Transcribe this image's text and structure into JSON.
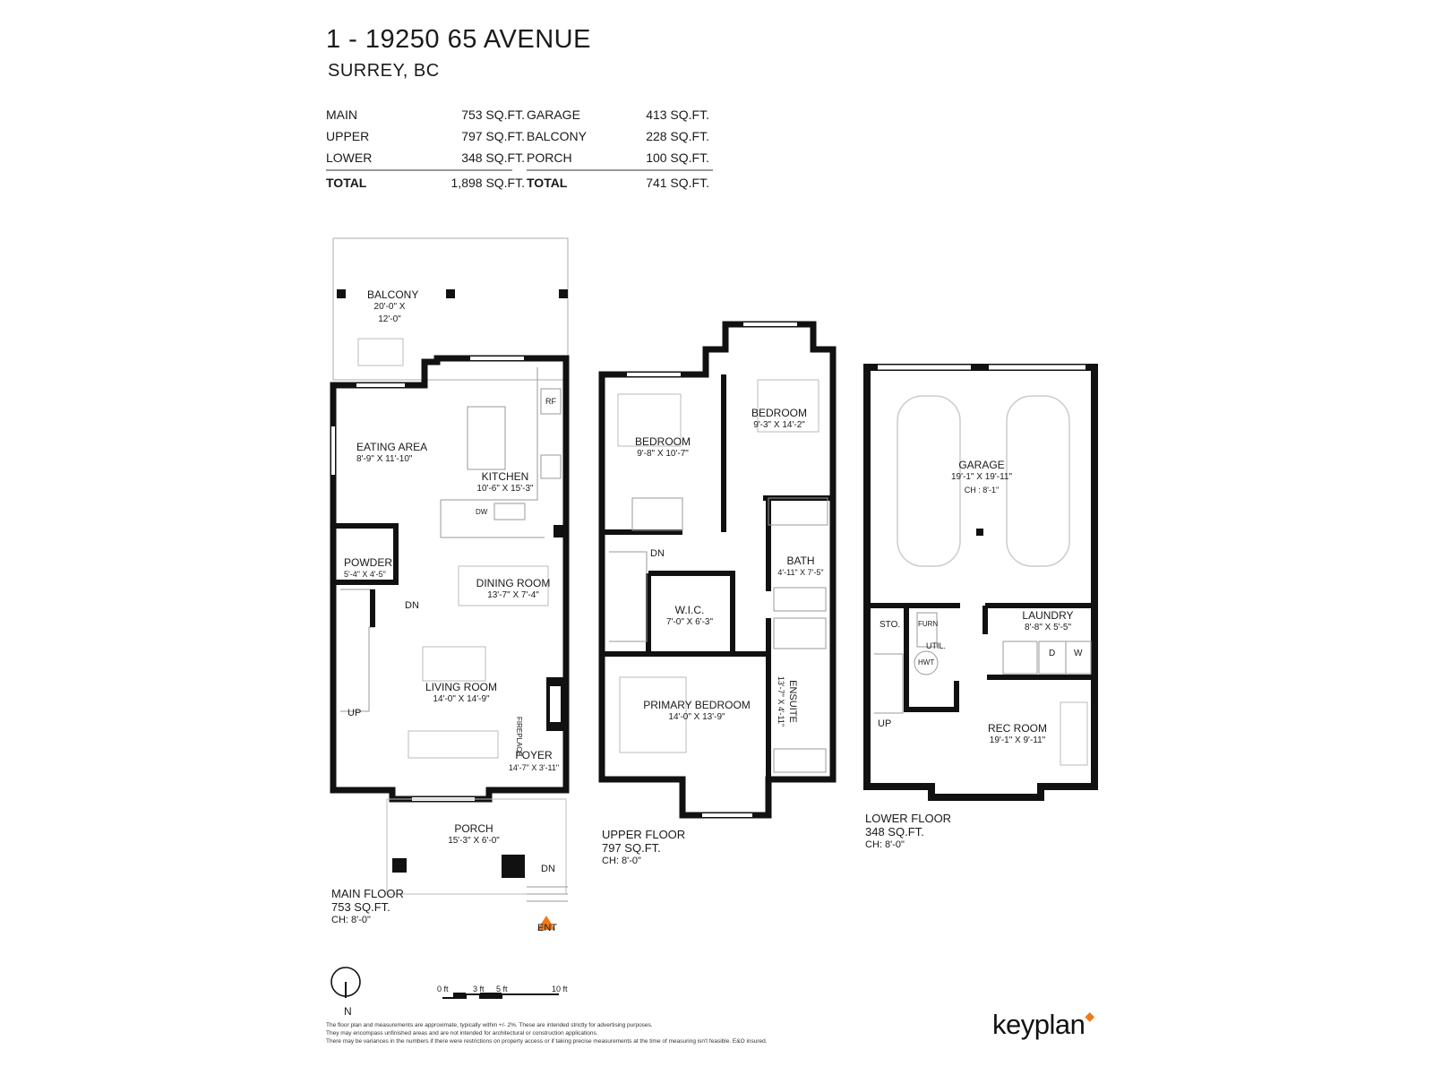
{
  "header": {
    "title": "1 - 19250 65 AVENUE",
    "subtitle": "SURREY, BC"
  },
  "areas": {
    "left": [
      {
        "label": "MAIN",
        "value": "753 SQ.FT."
      },
      {
        "label": "UPPER",
        "value": "797 SQ.FT."
      },
      {
        "label": "LOWER",
        "value": "348 SQ.FT."
      }
    ],
    "left_total": {
      "label": "TOTAL",
      "value": "1,898 SQ.FT."
    },
    "right": [
      {
        "label": "GARAGE",
        "value": "413 SQ.FT."
      },
      {
        "label": "BALCONY",
        "value": "228 SQ.FT."
      },
      {
        "label": "PORCH",
        "value": "100 SQ.FT."
      }
    ],
    "right_total": {
      "label": "TOTAL",
      "value": "741 SQ.FT."
    }
  },
  "rooms": {
    "balcony": {
      "name": "BALCONY",
      "dims": "20'-0\" X 12'-0\""
    },
    "eating": {
      "name": "EATING AREA",
      "dims": "8'-9\" X 11'-10\""
    },
    "kitchen": {
      "name": "KITCHEN",
      "dims": "10'-6\" X 15'-3\""
    },
    "powder": {
      "name": "POWDER",
      "dims": "5'-4\" X 4'-5\""
    },
    "dining": {
      "name": "DINING ROOM",
      "dims": "13'-7\" X 7'-4\""
    },
    "living": {
      "name": "LIVING ROOM",
      "dims": "14'-0\" X 14'-9\""
    },
    "foyer": {
      "name": "FOYER",
      "dims": "14'-7\" X 3'-11\""
    },
    "porch": {
      "name": "PORCH",
      "dims": "15'-3\" X 6'-0\""
    },
    "bedroom1": {
      "name": "BEDROOM",
      "dims": "9'-8\" X 10'-7\""
    },
    "bedroom2": {
      "name": "BEDROOM",
      "dims": "9'-3\" X 14'-2\""
    },
    "bath": {
      "name": "BATH",
      "dims": "4'-11\" X 7'-5\""
    },
    "wic": {
      "name": "W.I.C.",
      "dims": "7'-0\" X 6'-3\""
    },
    "primary": {
      "name": "PRIMARY BEDROOM",
      "dims": "14'-0\" X 13'-9\""
    },
    "ensuite": {
      "name": "ENSUITE",
      "dims": "13'-7\" X 4'-11\""
    },
    "garage": {
      "name": "GARAGE",
      "dims": "19'-1\" X 19'-11\"",
      "ch": "CH : 8'-1\""
    },
    "laundry": {
      "name": "LAUNDRY",
      "dims": "8'-8\" X 5'-5\""
    },
    "recroom": {
      "name": "REC ROOM",
      "dims": "19'-1\" X 9'-11\""
    }
  },
  "fixtures": {
    "rf": "RF",
    "dw": "DW",
    "fireplace": "FIREPLACE",
    "dn": "DN",
    "up": "UP",
    "sto": "STO.",
    "furn": "FURN",
    "util": "UTIL.",
    "hwt": "HWT",
    "d": "D",
    "w": "W",
    "ent": "ENT"
  },
  "floors": {
    "main": {
      "name": "MAIN FLOOR",
      "area": "753 SQ.FT.",
      "ch": "CH: 8'-0\""
    },
    "upper": {
      "name": "UPPER FLOOR",
      "area": "797 SQ.FT.",
      "ch": "CH: 8'-0\""
    },
    "lower": {
      "name": "LOWER FLOOR",
      "area": "348 SQ.FT.",
      "ch": "CH: 8'-0\""
    }
  },
  "scale": {
    "labels": [
      "0 ft",
      "3 ft",
      "5 ft",
      "10 ft"
    ]
  },
  "north": "N",
  "disclaimer": [
    "The floor plan and measurements are approximate, typically within +/- 2%. These are intended strictly for advertising purposes.",
    "They may encompass unfinished areas and are not intended for architectural or construction applications.",
    "There may be variances in the numbers if there were restrictions on property access or if taking precise measurements at the time of measuring isn't feasible. E&O insured."
  ],
  "brand": "keyplan",
  "colors": {
    "wall": "#111111",
    "accent": "#f07a1a",
    "line": "#999999"
  }
}
